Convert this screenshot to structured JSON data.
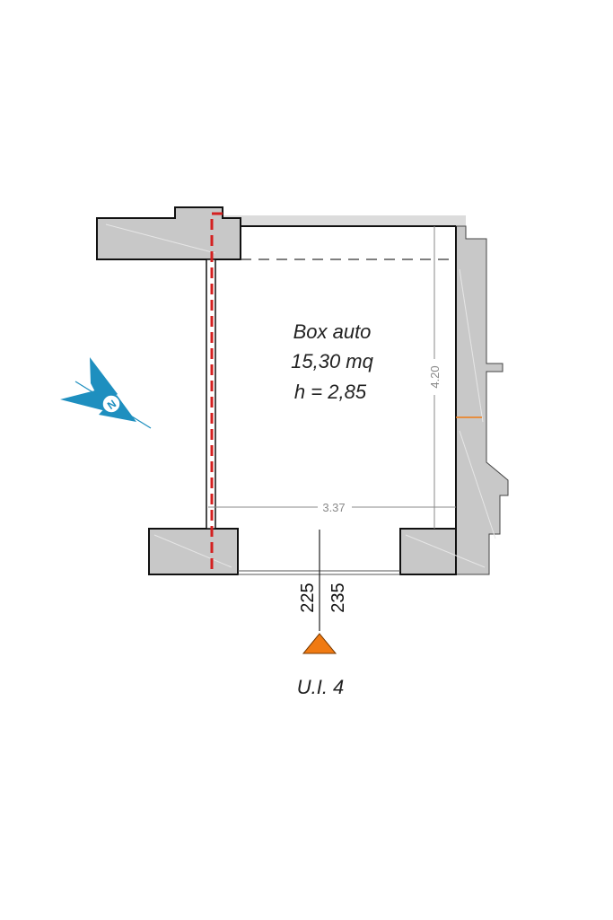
{
  "room": {
    "name": "Box auto",
    "area": "15,30 mq",
    "height": "h = 2,85"
  },
  "dimensions": {
    "width": "3.37",
    "depth": "4.20"
  },
  "levels": {
    "left": "225",
    "right": "235"
  },
  "unit_label": "U.I. 4",
  "compass": {
    "letter": "N",
    "color": "#1e8fbf"
  },
  "colors": {
    "wall": "#c8c8c8",
    "boundary": "#d42020",
    "entrance_marker": "#f07a12"
  }
}
